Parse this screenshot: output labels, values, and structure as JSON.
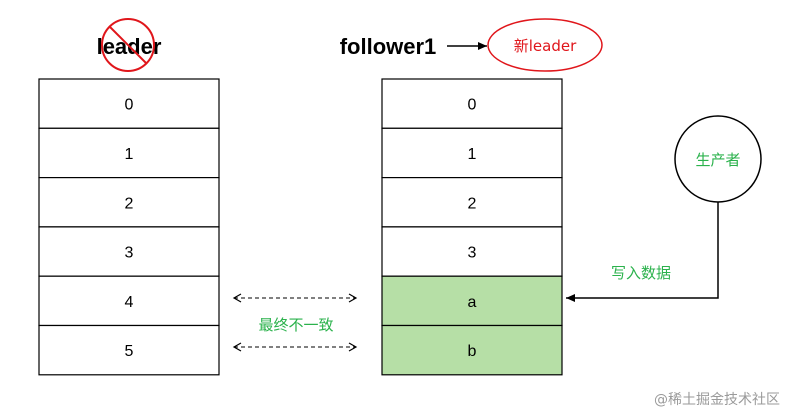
{
  "left": {
    "title": "leader",
    "cells": [
      "0",
      "1",
      "2",
      "3",
      "4",
      "5"
    ]
  },
  "right": {
    "title": "follower1",
    "badge": "新leader",
    "cells": [
      "0",
      "1",
      "2",
      "3",
      "a",
      "b"
    ],
    "highlighted_cells": [
      4,
      5
    ],
    "highlight_fill": "#b6dfa6"
  },
  "producer": {
    "label": "生产者"
  },
  "write_label": "写入数据",
  "inconsistent_label": "最终不一致",
  "watermark": "@稀土掘金技术社区",
  "colors": {
    "green": "#2bb24c",
    "red": "#e0161b"
  }
}
